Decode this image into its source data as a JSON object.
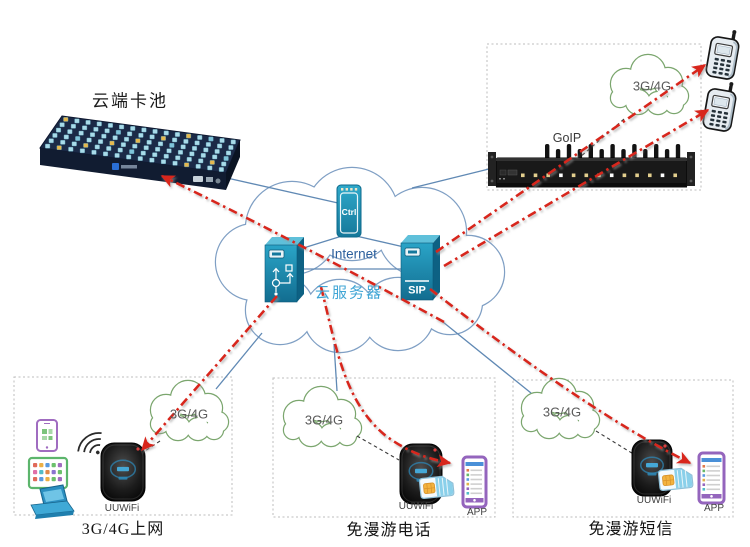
{
  "diagram": {
    "sim_bank": {
      "title": "云端卡池"
    },
    "internet_cloud": {
      "label": "Internet",
      "server_label": "云服务器",
      "ctrl_badge": "Ctrl",
      "sip_badge": "SIP"
    },
    "goip": {
      "label": "GoIP",
      "cellular_label": "3G/4G"
    },
    "groups": [
      {
        "caption": "3G/4G上网",
        "cellular_label": "3G/4G",
        "router_label": "UUWiFi"
      },
      {
        "caption": "免漫游电话",
        "cellular_label": "3G/4G",
        "router_label": "UUWiFi",
        "app_label": "APP"
      },
      {
        "caption": "免漫游短信",
        "cellular_label": "3G/4G",
        "router_label": "UUWiFi",
        "app_label": "APP"
      }
    ],
    "colors": {
      "route_red": "#d8281e",
      "link_blue": "#6089b4",
      "dash_dark": "#3a3a3a",
      "box_dotted": "#bdbdbd",
      "cloud_outline_blue": "#7f9fc4",
      "cloud_outline_green": "#7ba66e",
      "internet_text_blue": "#2b5f9c",
      "cloud_server_text_blue": "#3fa5d5"
    }
  }
}
